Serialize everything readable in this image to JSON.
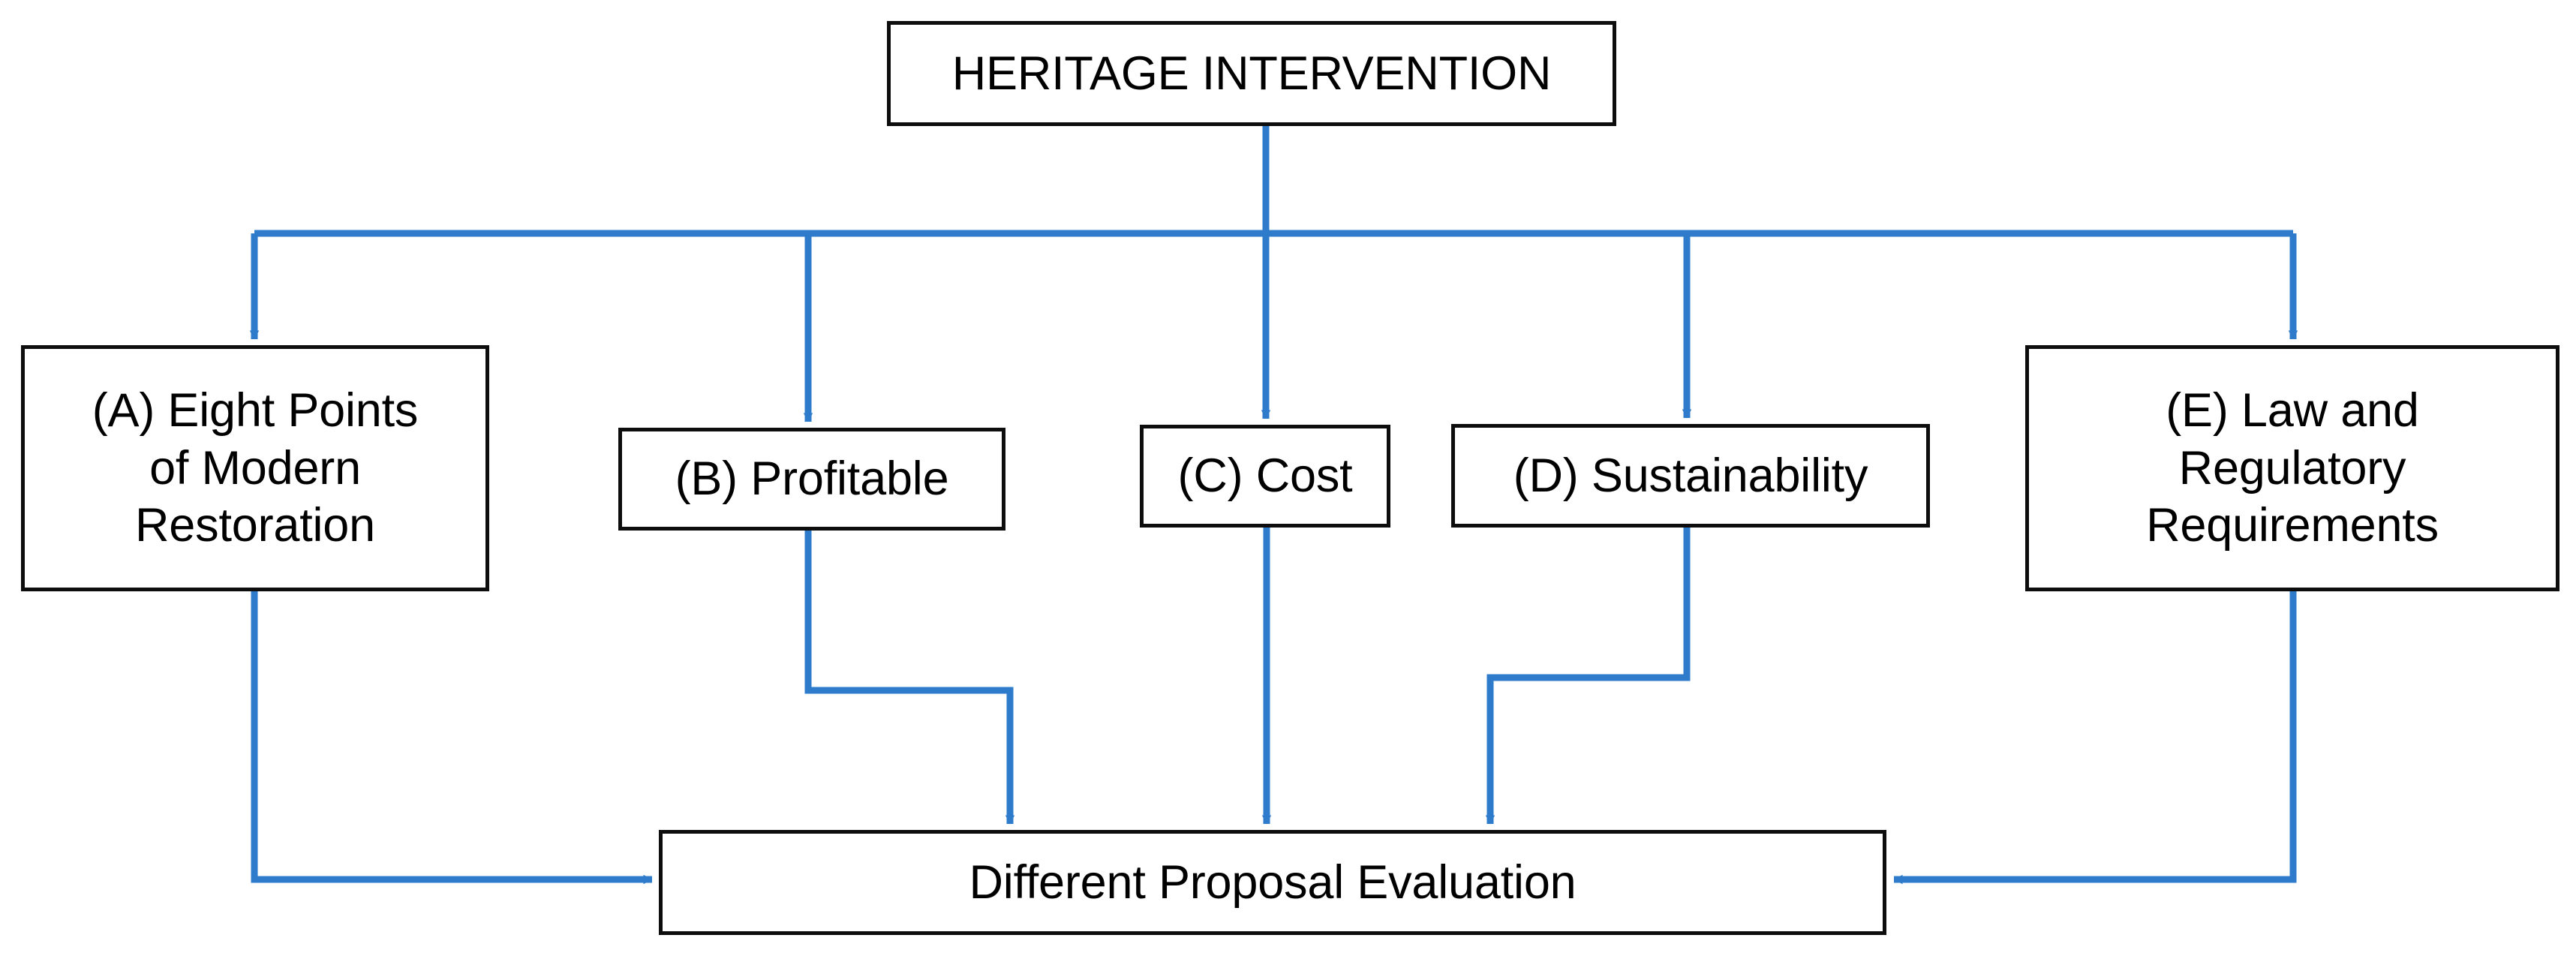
{
  "diagram": {
    "title": "HERITAGE INTERVENTION",
    "accent_color": "#2E7BCB",
    "node_border_color": "#0D0D0D",
    "background_color": "#FFFFFF",
    "nodes": {
      "root": {
        "id": "root",
        "label": "HERITAGE INTERVENTION"
      },
      "a": {
        "id": "A",
        "label": "(A) Eight Points\nof Modern\nRestoration"
      },
      "b": {
        "id": "B",
        "label": "(B) Profitable"
      },
      "c": {
        "id": "C",
        "label": "(C) Cost"
      },
      "d": {
        "id": "D",
        "label": "(D) Sustainability"
      },
      "e": {
        "id": "E",
        "label": "(E) Law and\nRegulatory\nRequirements"
      },
      "result": {
        "id": "result",
        "label": "Different Proposal Evaluation"
      }
    },
    "edges": [
      {
        "from": "root",
        "to": "a",
        "arrow": "down"
      },
      {
        "from": "root",
        "to": "b",
        "arrow": "down"
      },
      {
        "from": "root",
        "to": "c",
        "arrow": "down"
      },
      {
        "from": "root",
        "to": "d",
        "arrow": "down"
      },
      {
        "from": "root",
        "to": "e",
        "arrow": "down"
      },
      {
        "from": "a",
        "to": "result",
        "arrow": "right"
      },
      {
        "from": "b",
        "to": "result",
        "arrow": "down"
      },
      {
        "from": "c",
        "to": "result",
        "arrow": "down"
      },
      {
        "from": "d",
        "to": "result",
        "arrow": "down"
      },
      {
        "from": "e",
        "to": "result",
        "arrow": "left"
      }
    ]
  }
}
